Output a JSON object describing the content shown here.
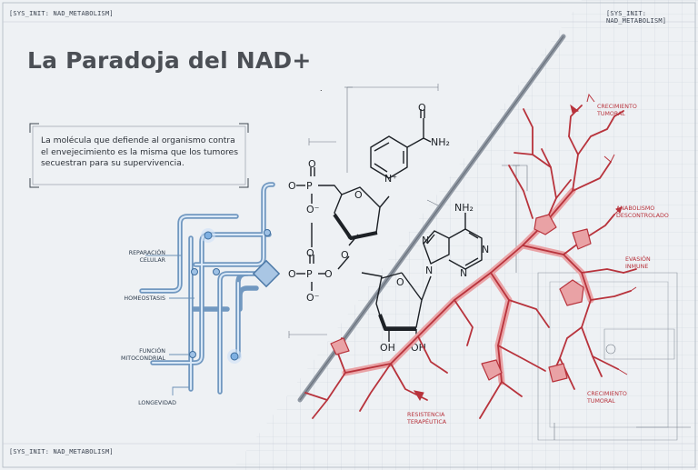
{
  "header": {
    "sys_top_left": "[SYS_INIT: NAD_METABOLISM]",
    "sys_top_right": "[SYS_INIT: NAD_METABOLISM]",
    "sys_bottom_left": "[SYS_INIT: NAD_METABOLISM]",
    "title": "La Paradoja del NAD+"
  },
  "description": "La molécula que defiende al organismo contra el envejecimiento es la misma que los tumores secuestran para su supervivencia.",
  "left_labels": [
    "REPARACIÓN CELULAR",
    "HOMEOSTASIS",
    "FUNCIÓN MITOCONDRIAL",
    "LONGEVIDAD"
  ],
  "right_labels": [
    "CRECIMIENTO TUMORAL",
    "ANABOLISMO DESCONTROLADO",
    "EVASIÓN INMUNE",
    "CRECIMIENTO TUMORAL",
    "RESISTENCIA TERAPÉUTICA"
  ],
  "molecule": {
    "o": "O",
    "o_minus": "O⁻",
    "p": "P",
    "n": "N",
    "nh2": "NH₂",
    "n_plus": "N⁺",
    "oh": "OH"
  },
  "colors": {
    "background": "#eef1f4",
    "healthy": "#5c89b8",
    "healthy_glow": "#cfe1f6",
    "tumor": "#b8333c",
    "tumor_fill": "#e9a2a5",
    "divider": "#858d98",
    "grid": "#c7cfd8"
  }
}
